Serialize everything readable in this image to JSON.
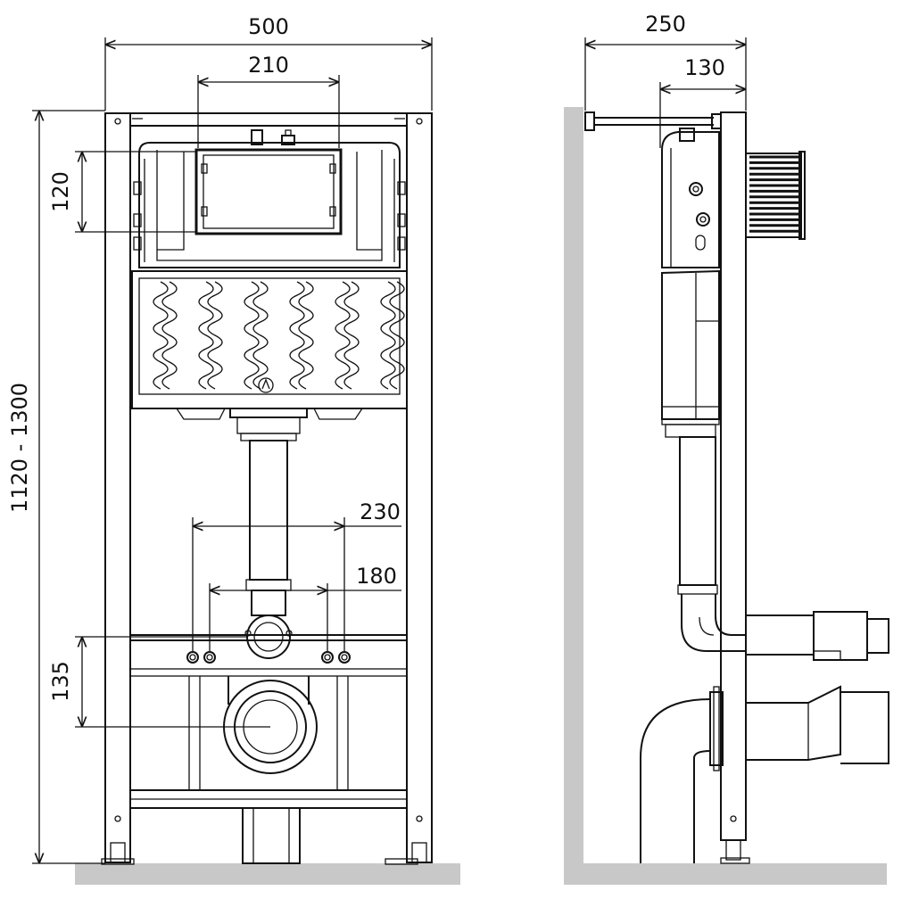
{
  "front_view": {
    "width_label": "500",
    "plate_width_label": "210",
    "height_label": "1120 - 1300",
    "plate_offset_label": "120",
    "bolt_outer_label": "230",
    "bolt_inner_label": "180",
    "outlet_height_label": "135"
  },
  "side_view": {
    "depth_label": "250",
    "cistern_depth_label": "130"
  },
  "colors": {
    "line": "#111111",
    "ground": "#c8c8c8",
    "background": "#ffffff"
  }
}
